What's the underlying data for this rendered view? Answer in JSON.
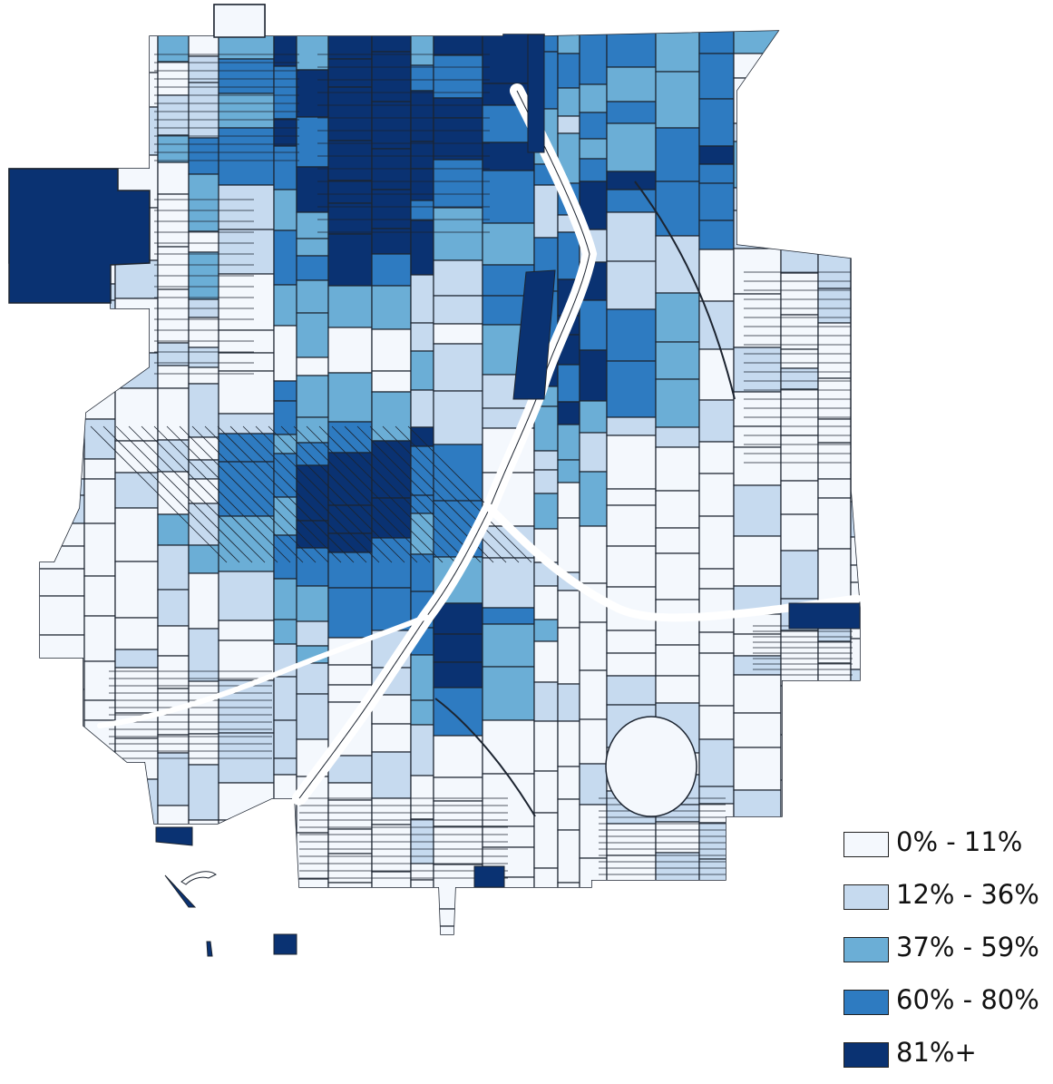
{
  "legend": {
    "items": [
      {
        "label": "0% - 11%",
        "color": "#f4f8fd"
      },
      {
        "label": "12% - 36%",
        "color": "#c6daef"
      },
      {
        "label": "37% - 59%",
        "color": "#6baed6"
      },
      {
        "label": "60% - 80%",
        "color": "#2e7bc1"
      },
      {
        "label": "81%+",
        "color": "#0a3272"
      }
    ]
  },
  "colors": {
    "outline": "#1c2430",
    "background": "#ffffff"
  }
}
